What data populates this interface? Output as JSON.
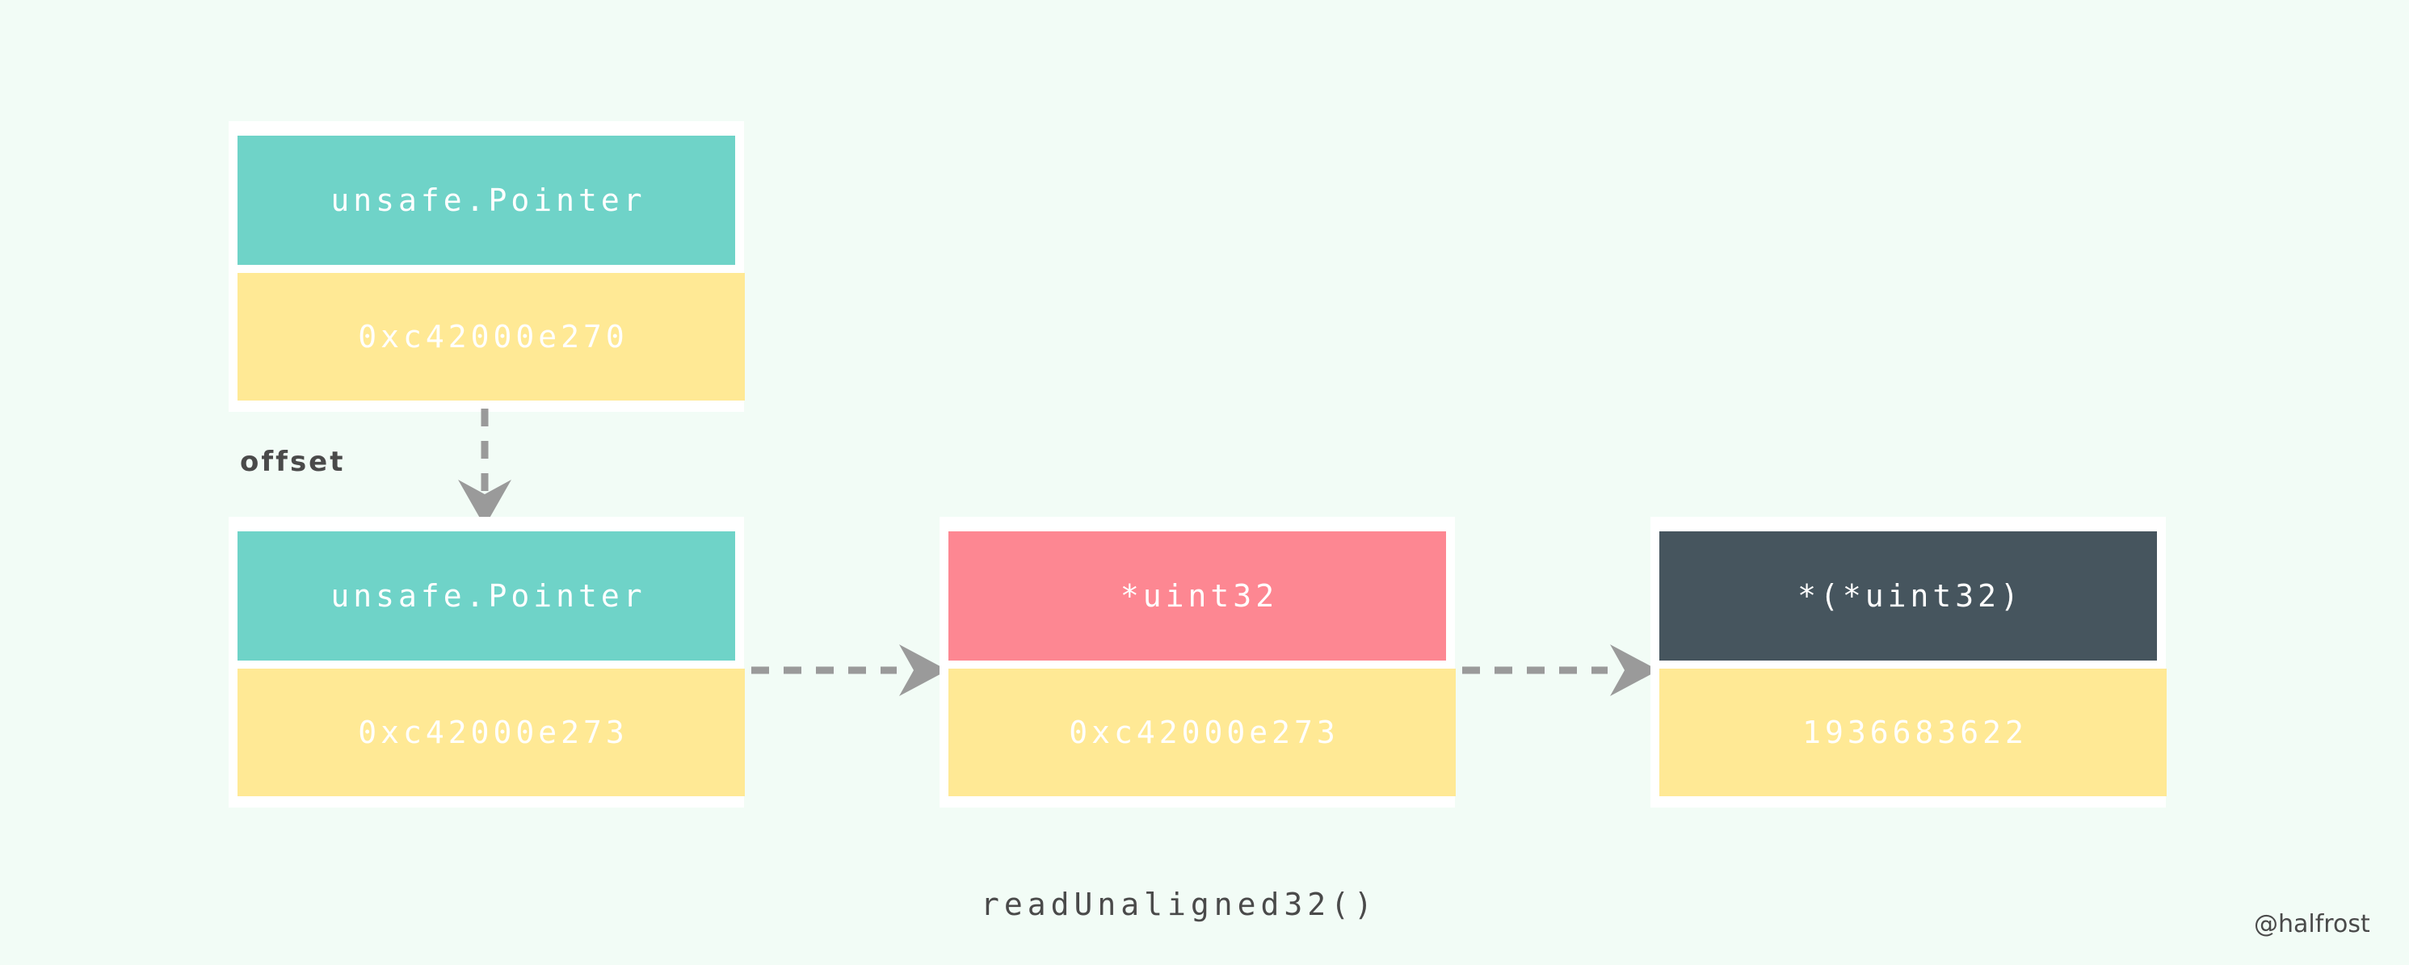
{
  "background_color": "#f2fcf6",
  "caption": "readUnaligned32()",
  "watermark": "@halfrost",
  "labels": {
    "offset": "offset"
  },
  "colors": {
    "teal": "#6fd3c8",
    "yellow": "#ffe995",
    "pink": "#fd8792",
    "slate": "#46555e",
    "arrow_gray": "#9a9a9a",
    "text_dark": "#4a4a4a",
    "card_white": "#ffffff"
  },
  "nodes": [
    {
      "id": "source-pointer",
      "type_label": "unsafe.Pointer",
      "value_label": "0xc42000e270",
      "type_color": "teal",
      "value_color": "yellow"
    },
    {
      "id": "offset-pointer",
      "type_label": "unsafe.Pointer",
      "value_label": "0xc42000e273",
      "type_color": "teal",
      "value_color": "yellow"
    },
    {
      "id": "uint32-pointer",
      "type_label": "*uint32",
      "value_label": "0xc42000e273",
      "type_color": "pink",
      "value_color": "yellow"
    },
    {
      "id": "uint32-deref",
      "type_label": "*(*uint32)",
      "value_label": "1936683622",
      "type_color": "slate",
      "value_color": "yellow"
    }
  ],
  "arrows": [
    {
      "id": "offset-arrow",
      "direction": "down",
      "label": "offset"
    },
    {
      "id": "cast-arrow",
      "direction": "right",
      "label": ""
    },
    {
      "id": "deref-arrow",
      "direction": "right",
      "label": ""
    }
  ]
}
